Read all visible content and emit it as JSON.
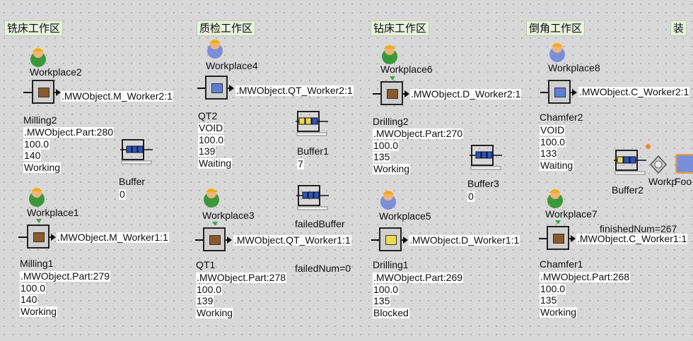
{
  "zones": [
    "铣床工作区",
    "质检工作区",
    "钻床工作区",
    "倒角工作区",
    "装"
  ],
  "workplaces": [
    "Workplace2",
    "Workplace1",
    "Workplace4",
    "Workplace3",
    "Workplace6",
    "Workplace5",
    "Workplace8",
    "Workplace7",
    "Workp"
  ],
  "workers": [
    ".MWObject.M_Worker2:1",
    ".MWObject.M_Worker1:1",
    ".MWObject.QT_Worker2:1",
    ".MWObject.QT_Worker1:1",
    ".MWObject.D_Worker2:1",
    ".MWObject.D_Worker1:1",
    ".MWObject.C_Worker2:1",
    ".MWObject.C_Worker1:1"
  ],
  "stations": [
    {
      "name": "Milling2",
      "part": ".MWObject.Part:280",
      "value": "100.0",
      "count": "140",
      "status": "Working"
    },
    {
      "name": "Milling1",
      "part": ".MWObject.Part:279",
      "value": "100.0",
      "count": "140",
      "status": "Working"
    },
    {
      "name": "QT2",
      "part": "VOID",
      "value": "100.0",
      "count": "139",
      "status": "Waiting"
    },
    {
      "name": "QT1",
      "part": ".MWObject.Part:278",
      "value": "100.0",
      "count": "139",
      "status": "Working"
    },
    {
      "name": "Drilling2",
      "part": ".MWObject.Part:270",
      "value": "100.0",
      "count": "135",
      "status": "Working"
    },
    {
      "name": "Drilling1",
      "part": ".MWObject.Part:269",
      "value": "100.0",
      "count": "135",
      "status": "Blocked"
    },
    {
      "name": "Chamfer2",
      "part": "VOID",
      "value": "100.0",
      "count": "133",
      "status": "Waiting"
    },
    {
      "name": "Chamfer1",
      "part": ".MWObject.Part:268",
      "value": "100.0",
      "count": "135",
      "status": "Working"
    }
  ],
  "buffers": [
    {
      "name": "Buffer",
      "count": "0"
    },
    {
      "name": "Buffer1",
      "count": "7"
    },
    {
      "name": "failedBuffer"
    },
    {
      "name": "Buffer3",
      "count": "0"
    },
    {
      "name": "Buffer2"
    }
  ],
  "labels": {
    "failed_num": "failedNum=0",
    "finished_num": "finishedNum=267",
    "food_partial": "Foo"
  },
  "colors": {
    "background": "#d8d8d8",
    "zone_label_bg": "#e9f2df",
    "machine_brown": "#8a5a2a",
    "machine_blue": "#5b7fd6",
    "machine_yellow": "#f0d94a",
    "buffer_blue": "#2855c8"
  }
}
